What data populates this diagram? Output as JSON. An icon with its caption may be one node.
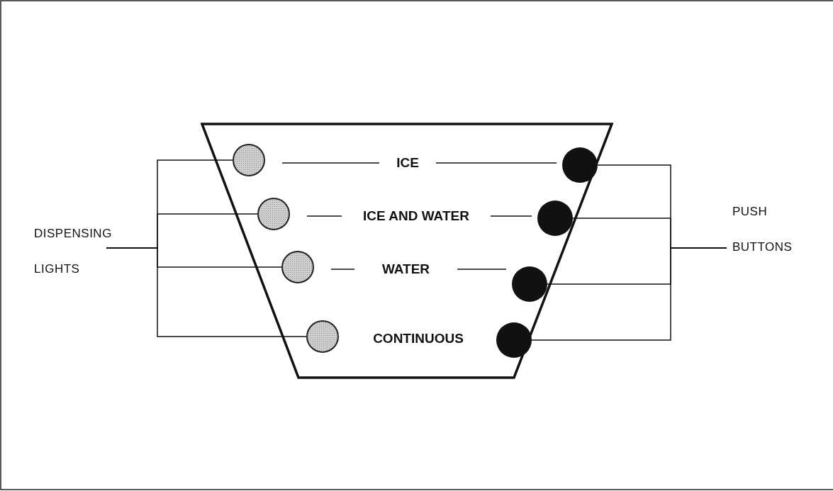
{
  "diagram": {
    "nodes": [
      {
        "text": [],
        "shape": "trapezoid"
      },
      {
        "text": [],
        "shape": "circle",
        "in": 0
      },
      {
        "text": [],
        "shape": "circle",
        "in": 0
      },
      {
        "text": [],
        "shape": "circle",
        "in": 0
      },
      {
        "text": [],
        "shape": "circle",
        "in": 0
      },
      {
        "text": [],
        "shape": "circle",
        "in": 0
      },
      {
        "text": [],
        "shape": "circle",
        "in": 0
      },
      {
        "text": [],
        "shape": "circle",
        "in": 0
      },
      {
        "text": [],
        "shape": "circle",
        "in": 0
      },
      {
        "text": [
          "ICE"
        ],
        "in": 0
      },
      {
        "text": [
          "ICE AND WATER"
        ],
        "in": 0
      },
      {
        "text": [
          "WATER"
        ],
        "in": 0
      },
      {
        "text": [
          "CONTINUOUS"
        ],
        "in": 0
      },
      {
        "text": [
          "DISPENSING LIGHTS"
        ]
      },
      {
        "text": [
          "PUSH BUTTONS"
        ]
      }
    ],
    "edges": [
      {
        "from": 9,
        "to": 1,
        "arrow": "none"
      },
      {
        "from": 9,
        "to": 5,
        "arrow": "none"
      },
      {
        "from": 10,
        "to": 2,
        "arrow": "none"
      },
      {
        "from": 10,
        "to": 6,
        "arrow": "none"
      },
      {
        "from": 11,
        "to": 3,
        "arrow": "none"
      },
      {
        "from": 11,
        "to": 7,
        "arrow": "none"
      },
      {
        "from": 13,
        "to": 1,
        "arrow": "none"
      },
      {
        "from": 13,
        "to": 2,
        "arrow": "none"
      },
      {
        "from": 13,
        "to": 3,
        "arrow": "none"
      },
      {
        "from": 13,
        "to": 4,
        "arrow": "none"
      },
      {
        "from": 14,
        "to": 5,
        "arrow": "none"
      },
      {
        "from": 14,
        "to": 6,
        "arrow": "none"
      },
      {
        "from": 14,
        "to": 7,
        "arrow": "none"
      },
      {
        "from": 14,
        "to": 8,
        "arrow": "none"
      }
    ]
  }
}
